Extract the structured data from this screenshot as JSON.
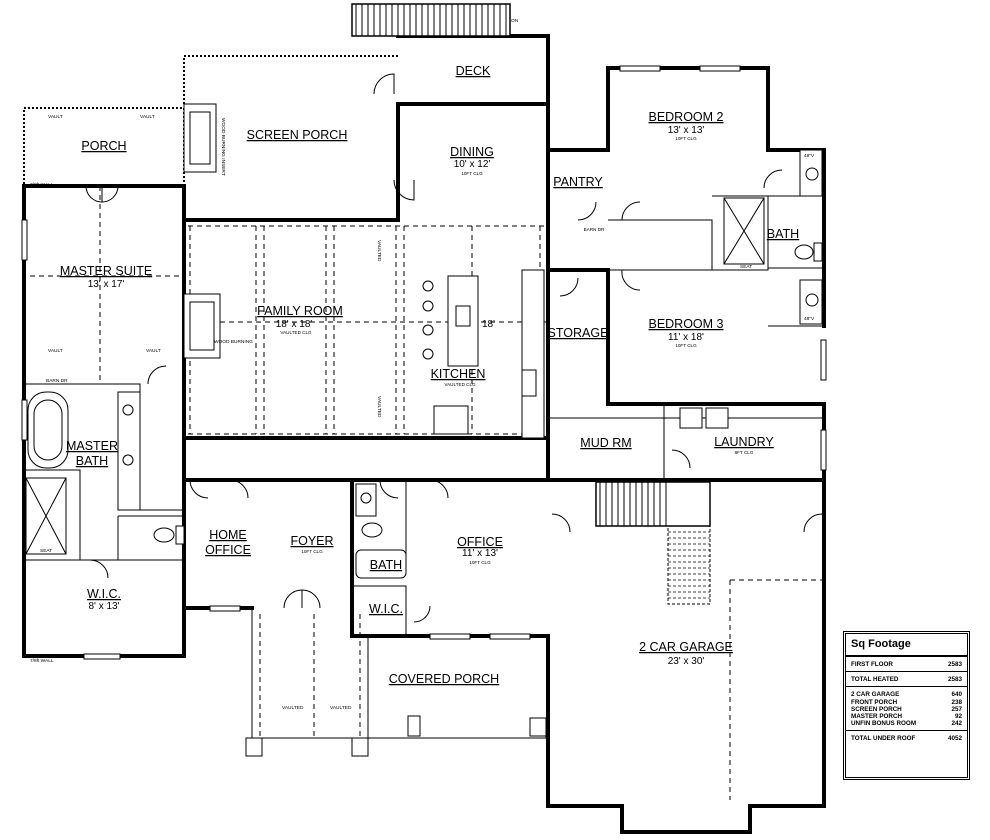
{
  "rooms": {
    "deck": {
      "name": "DECK"
    },
    "screen_porch": {
      "name": "SCREEN PORCH",
      "note": "WOOD BURNING INSERT"
    },
    "porch": {
      "name": "PORCH",
      "note": "VAULT"
    },
    "dining": {
      "name": "DINING",
      "dims": "10' x 12'",
      "note": "10FT CLG"
    },
    "pantry": {
      "name": "PANTRY",
      "note": "BARN DR"
    },
    "bedroom2": {
      "name": "BEDROOM 2",
      "dims": "13' x 13'",
      "note": "10FT CLG"
    },
    "bath_right": {
      "name": "BATH",
      "note": "48\"V",
      "seat": "SEAT"
    },
    "master_suite": {
      "name": "MASTER SUITE",
      "dims": "13' x 17'",
      "note": "VAULT",
      "barn": "BARN DR",
      "wall": "7/8ft WALL"
    },
    "family_room": {
      "name": "FAMILY ROOM",
      "dims": "18' x 18'",
      "note": "VAULTED CLG",
      "insert": "WOOD BURNING",
      "vaulted": "VAULTED"
    },
    "kitchen": {
      "name": "KITCHEN",
      "note": "VAULTED CLG",
      "island": "18'"
    },
    "storage": {
      "name": "STORAGE"
    },
    "bedroom3": {
      "name": "BEDROOM 3",
      "dims": "11' x 18'",
      "note": "10FT CLG"
    },
    "master_bath": {
      "name": "MASTER BATH",
      "name_l1": "MASTER",
      "name_l2": "BATH",
      "seat": "SEAT"
    },
    "mud_rm": {
      "name": "MUD RM"
    },
    "laundry": {
      "name": "LAUNDRY",
      "note": "8FT CLG"
    },
    "home_office": {
      "name_l1": "HOME",
      "name_l2": "OFFICE"
    },
    "foyer": {
      "name": "FOYER",
      "note": "10FT CLG"
    },
    "office": {
      "name": "OFFICE",
      "dims": "11' x 13'",
      "note": "10FT CLG"
    },
    "bath_small": {
      "name": "BATH"
    },
    "wic_small": {
      "name": "W.I.C."
    },
    "wic_master": {
      "name": "W.I.C.",
      "dims": "8' x 13'",
      "wall": "7/8ft WALL"
    },
    "garage": {
      "name": "2 CAR GARAGE",
      "dims": "23' x 30'"
    },
    "covered_porch": {
      "name": "COVERED PORCH",
      "vaulted": "VAULTED"
    },
    "deck_stair": {
      "note": "ON"
    }
  },
  "sq_footage": {
    "title": "Sq Footage",
    "first_floor": {
      "label": "FIRST FLOOR",
      "value": "2583"
    },
    "total_heated": {
      "label": "TOTAL HEATED",
      "value": "2583"
    },
    "items": [
      {
        "label": "2 CAR GARAGE",
        "value": "640"
      },
      {
        "label": "FRONT PORCH",
        "value": "238"
      },
      {
        "label": "SCREEN PORCH",
        "value": "257"
      },
      {
        "label": "MASTER PORCH",
        "value": "92"
      },
      {
        "label": "UNFIN BONUS ROOM",
        "value": "242"
      }
    ],
    "total_under_roof": {
      "label": "TOTAL UNDER ROOF",
      "value": "4052"
    }
  }
}
